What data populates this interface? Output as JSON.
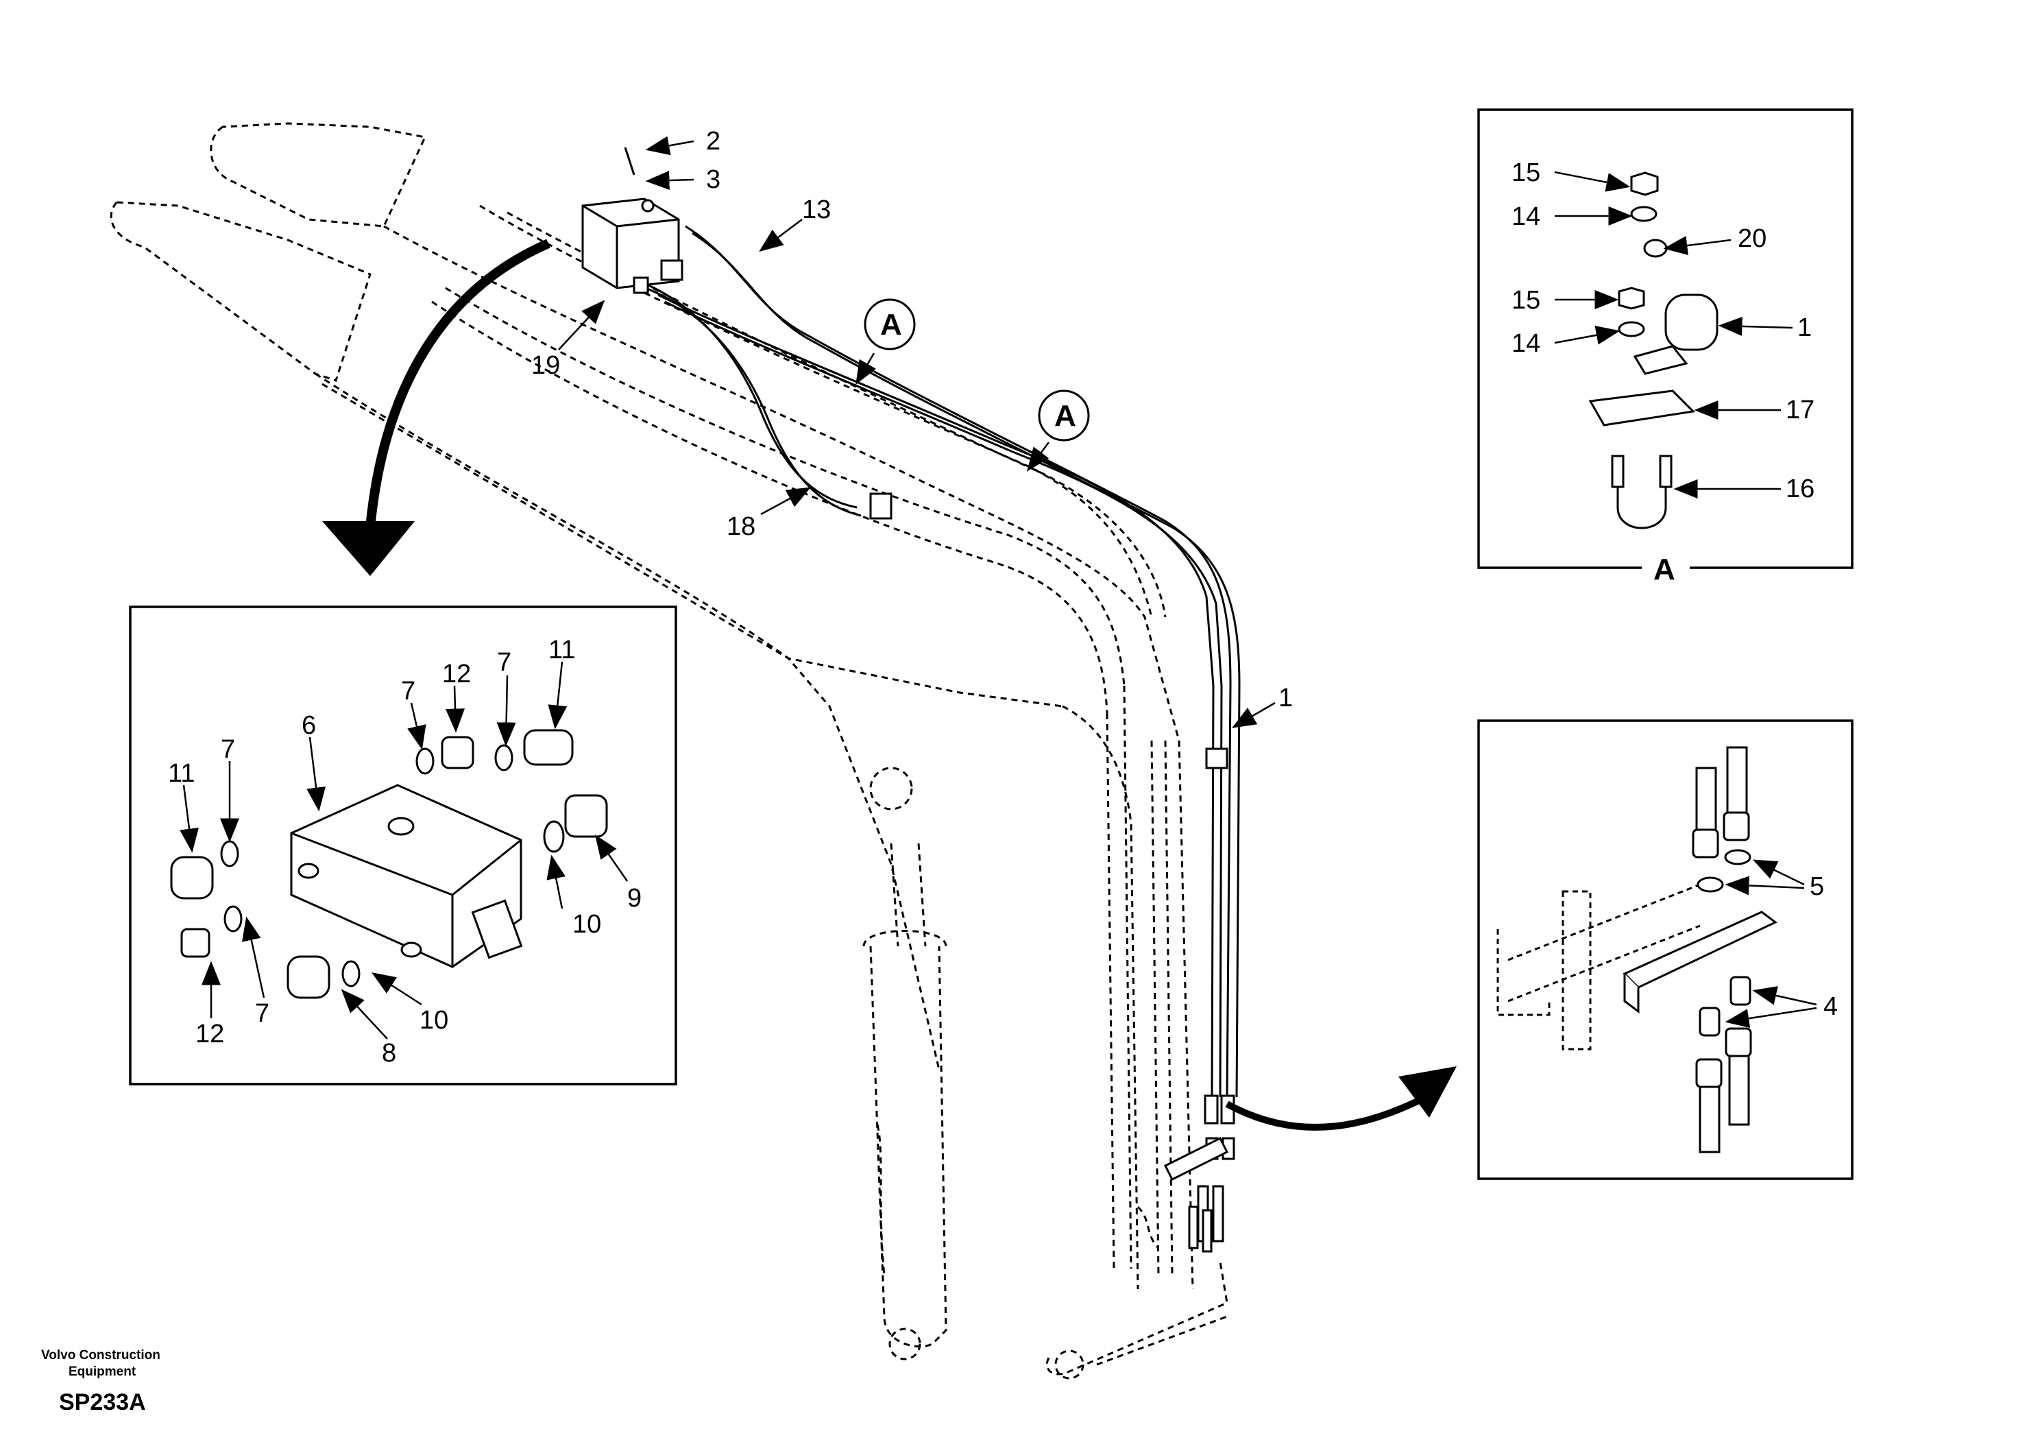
{
  "diagram": {
    "callouts": {
      "c2": "2",
      "c3": "3",
      "c13": "13",
      "c19": "19",
      "c18": "18",
      "c1_main": "1",
      "cA1": "A",
      "cA2": "A",
      "d6": "6",
      "d7a": "7",
      "d12a": "12",
      "d7b": "7",
      "d11a": "11",
      "d11b": "11",
      "d7c": "7",
      "d12b": "12",
      "d7d": "7",
      "d8": "8",
      "d10a": "10",
      "d10b": "10",
      "d9": "9",
      "a15a": "15",
      "a14a": "14",
      "a20": "20",
      "a15b": "15",
      "a14b": "14",
      "a1": "1",
      "a17": "17",
      "a16": "16",
      "a_label": "A",
      "b5": "5",
      "b4": "4"
    },
    "footer": {
      "company_line1": "Volvo Construction",
      "company_line2": "Equipment",
      "code": "SP233A"
    }
  }
}
